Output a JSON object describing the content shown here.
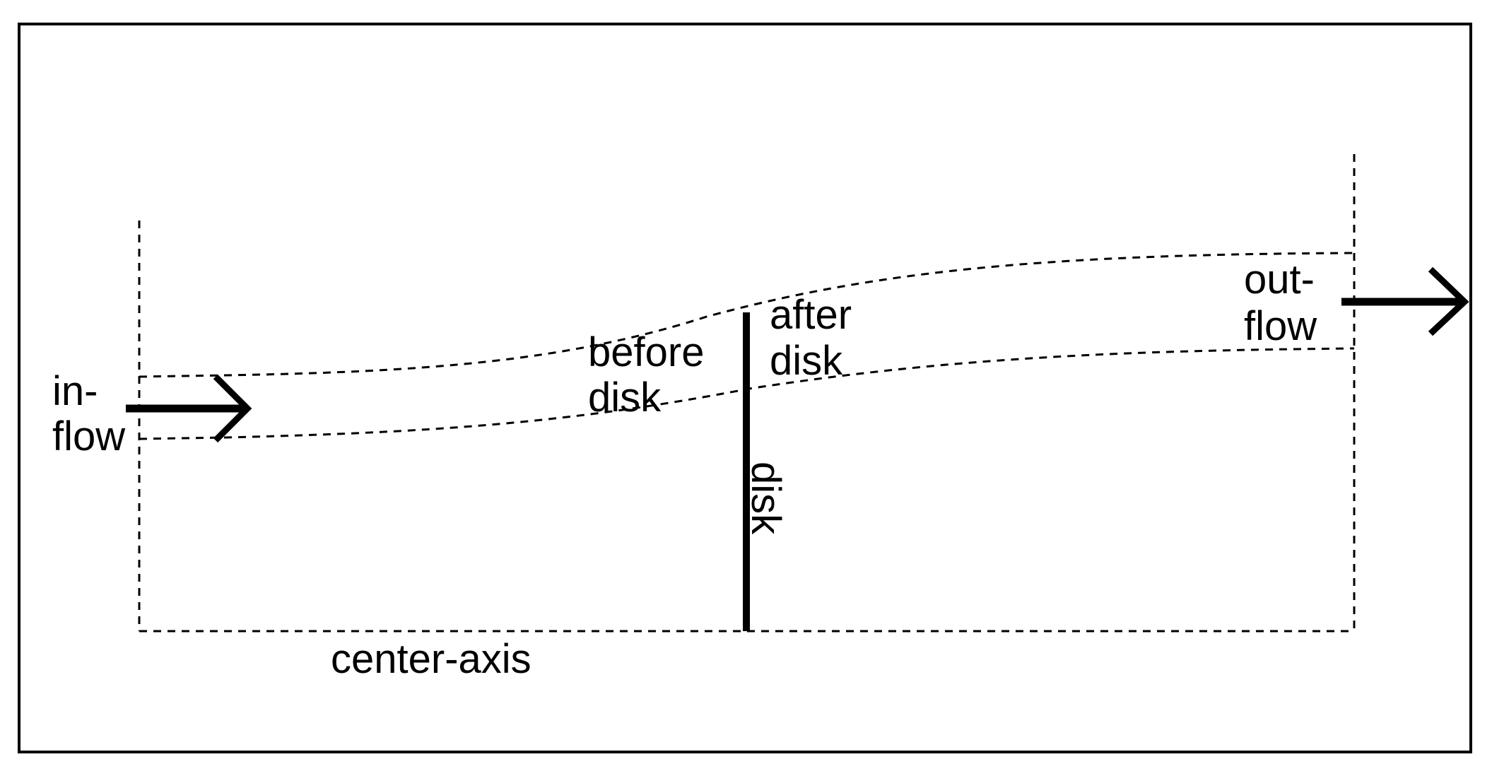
{
  "labels": {
    "inflow_line1": "in-",
    "inflow_line2": "flow",
    "before_line1": "before",
    "before_line2": "disk",
    "after_line1": "after",
    "after_line2": "disk",
    "outflow_line1": "out-",
    "outflow_line2": "flow",
    "disk": "disk",
    "center_axis": "center-axis"
  },
  "colors": {
    "stroke": "#000000",
    "background": "#ffffff"
  }
}
